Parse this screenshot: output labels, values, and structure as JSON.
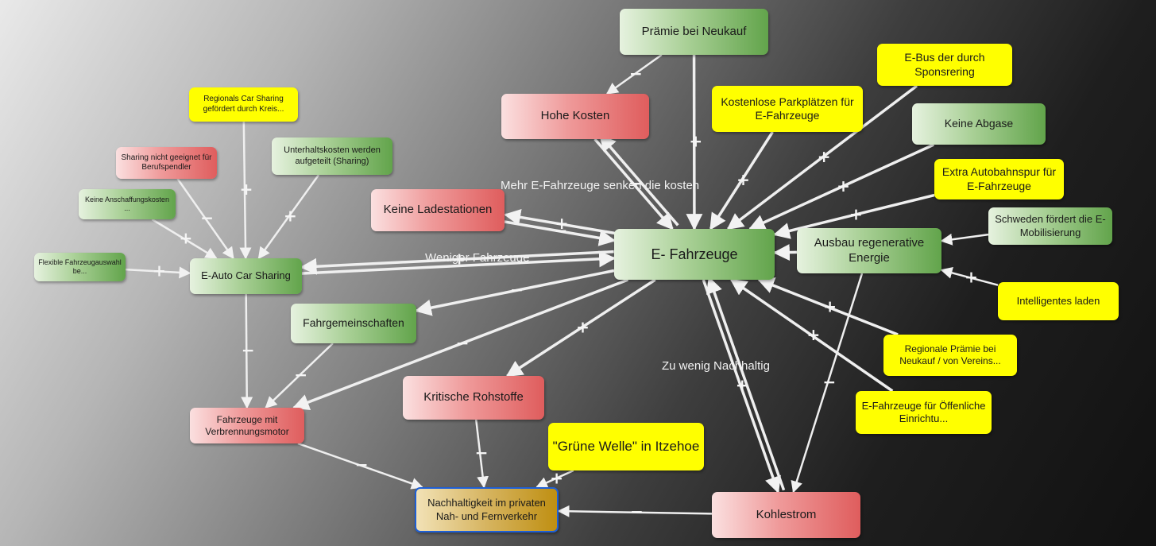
{
  "nodes": {
    "praemie": {
      "label": "Prämie bei Neukauf",
      "kind": "green"
    },
    "hohe": {
      "label": "Hohe Kosten",
      "kind": "red"
    },
    "ebus": {
      "label": "E-Bus der durch Sponsrering",
      "kind": "yellow"
    },
    "parkpl": {
      "label": "Kostenlose Parkplätzen für E-Fahrzeuge",
      "kind": "yellow"
    },
    "abgase": {
      "label": "Keine Abgase",
      "kind": "green"
    },
    "autobahn": {
      "label": "Extra Autobahnspur für E-Fahrzeuge",
      "kind": "yellow"
    },
    "schweden": {
      "label": "Schweden fördert die E-Mobilisierung",
      "kind": "green"
    },
    "ausbau": {
      "label": "Ausbau regenerative Energie",
      "kind": "green"
    },
    "intell": {
      "label": "Intelligentes laden",
      "kind": "yellow"
    },
    "regpraem": {
      "label": "Regionale Prämie bei Neukauf / von Vereins...",
      "kind": "yellow"
    },
    "oeff": {
      "label": "E-Fahrzeuge für Öffenliche Einrichtu...",
      "kind": "yellow"
    },
    "efz": {
      "label": "E- Fahrzeuge",
      "kind": "green"
    },
    "ladest": {
      "label": "Keine Ladestationen",
      "kind": "red"
    },
    "regcs": {
      "label": "Regionals Car Sharing gefördert durch Kreis...",
      "kind": "yellow"
    },
    "sharing": {
      "label": "Sharing nicht geeignet für Berufspendler",
      "kind": "red"
    },
    "unterh": {
      "label": "Unterhaltskosten werden aufgeteilt (Sharing)",
      "kind": "green"
    },
    "keineanf": {
      "label": "Keine Anschaffungskosten ...",
      "kind": "green"
    },
    "flexible": {
      "label": "Flexible Fahrzeugauswahl be...",
      "kind": "green"
    },
    "eacs": {
      "label": "E-Auto Car Sharing",
      "kind": "green"
    },
    "fahrgem": {
      "label": "Fahrgemeinschaften",
      "kind": "green"
    },
    "verbr": {
      "label": "Fahrzeuge mit Verbrennungsmotor",
      "kind": "red"
    },
    "krit": {
      "label": "Kritische Rohstoffe",
      "kind": "red"
    },
    "gruene": {
      "label": "\"Grüne Welle\" in Itzehoe",
      "kind": "yellow"
    },
    "nachh": {
      "label": "Nachhaltigkeit im privaten Nah- und Fernverkehr",
      "kind": "goal"
    },
    "kohle": {
      "label": "Kohlestrom",
      "kind": "red"
    }
  },
  "edges": [
    {
      "from": "praemie",
      "to": "hohe",
      "sign": "−"
    },
    {
      "from": "praemie",
      "to": "efz",
      "sign": "+"
    },
    {
      "from": "hohe",
      "to": "efz",
      "sign": "−"
    },
    {
      "from": "efz",
      "to": "hohe",
      "sign": ""
    },
    {
      "from": "parkpl",
      "to": "efz",
      "sign": "+"
    },
    {
      "from": "ebus",
      "to": "efz",
      "sign": "+"
    },
    {
      "from": "abgase",
      "to": "efz",
      "sign": "+"
    },
    {
      "from": "autobahn",
      "to": "efz",
      "sign": "+"
    },
    {
      "from": "schweden",
      "to": "ausbau",
      "sign": ""
    },
    {
      "from": "ausbau",
      "to": "efz",
      "sign": ""
    },
    {
      "from": "intell",
      "to": "ausbau",
      "sign": "+"
    },
    {
      "from": "regpraem",
      "to": "efz",
      "sign": "+"
    },
    {
      "from": "oeff",
      "to": "efz",
      "sign": "+"
    },
    {
      "from": "ausbau",
      "to": "kohle",
      "sign": "−"
    },
    {
      "from": "efz",
      "to": "kohle",
      "sign": "+"
    },
    {
      "from": "kohle",
      "to": "efz",
      "sign": ""
    },
    {
      "from": "kohle",
      "to": "nachh",
      "sign": "−"
    },
    {
      "from": "ladest",
      "to": "efz",
      "sign": "−"
    },
    {
      "from": "efz",
      "to": "ladest",
      "sign": "+"
    },
    {
      "from": "eacs",
      "to": "efz",
      "sign": ""
    },
    {
      "from": "efz",
      "to": "eacs",
      "sign": "+"
    },
    {
      "from": "efz",
      "to": "fahrgem",
      "sign": "−"
    },
    {
      "from": "efz",
      "to": "verbr",
      "sign": "−"
    },
    {
      "from": "efz",
      "to": "krit",
      "sign": "+"
    },
    {
      "from": "krit",
      "to": "nachh",
      "sign": "−"
    },
    {
      "from": "gruene",
      "to": "nachh",
      "sign": "+"
    },
    {
      "from": "verbr",
      "to": "nachh",
      "sign": "−"
    },
    {
      "from": "fahrgem",
      "to": "verbr",
      "sign": "−"
    },
    {
      "from": "eacs",
      "to": "verbr",
      "sign": "−"
    },
    {
      "from": "regcs",
      "to": "eacs",
      "sign": "+"
    },
    {
      "from": "sharing",
      "to": "eacs",
      "sign": "−"
    },
    {
      "from": "unterh",
      "to": "eacs",
      "sign": "+"
    },
    {
      "from": "keineanf",
      "to": "eacs",
      "sign": "+"
    },
    {
      "from": "flexible",
      "to": "eacs",
      "sign": "+"
    }
  ],
  "edge_labels": {
    "kosten": "Mehr E-Fahrzeuge senken die kosten",
    "weniger": "Weniger Fahrzeuge",
    "nachhaltig": "Zu wenig Nachhaltig"
  }
}
